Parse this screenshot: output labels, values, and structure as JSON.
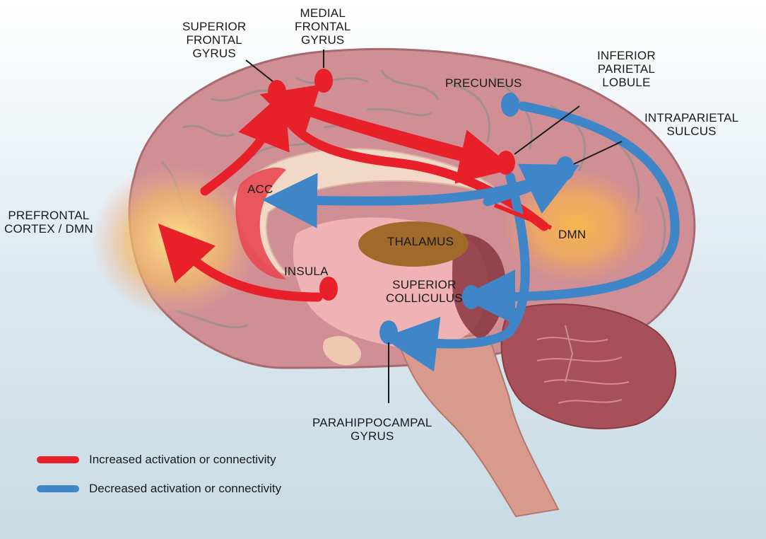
{
  "labels": {
    "superior_frontal_gyrus": "SUPERIOR\nFRONTAL\nGYRUS",
    "medial_frontal_gyrus": "MEDIAL\nFRONTAL\nGYRUS",
    "inferior_parietal_lobule": "INFERIOR\nPARIETAL\nLOBULE",
    "precuneus": "PRECUNEUS",
    "intraparietal_sulcus": "INTRAPARIETAL\nSULCUS",
    "prefrontal_cortex": "PREFRONTAL\nCORTEX / DMN",
    "acc": "ACC",
    "thalamus": "THALAMUS",
    "dmn": "DMN",
    "insula": "INSULA",
    "superior_colliculus": "SUPERIOR\nCOLLICULUS",
    "parahippocampal_gyrus": "PARAHIPPOCAMPAL\nGYRUS"
  },
  "legend": {
    "increased": "Increased activation or connectivity",
    "decreased": "Decreased activation or connectivity"
  },
  "colors": {
    "increased": "#e8202a",
    "decreased": "#3f86c8",
    "cortex": "#cf8f95",
    "cortex_dark": "#b8737b",
    "brainstem": "#d89a8c",
    "cerebellum": "#a8505a",
    "thalamus": "#a06a2a",
    "corpus_callosum": "#f2d8c6",
    "glow": "#f4c25a"
  }
}
